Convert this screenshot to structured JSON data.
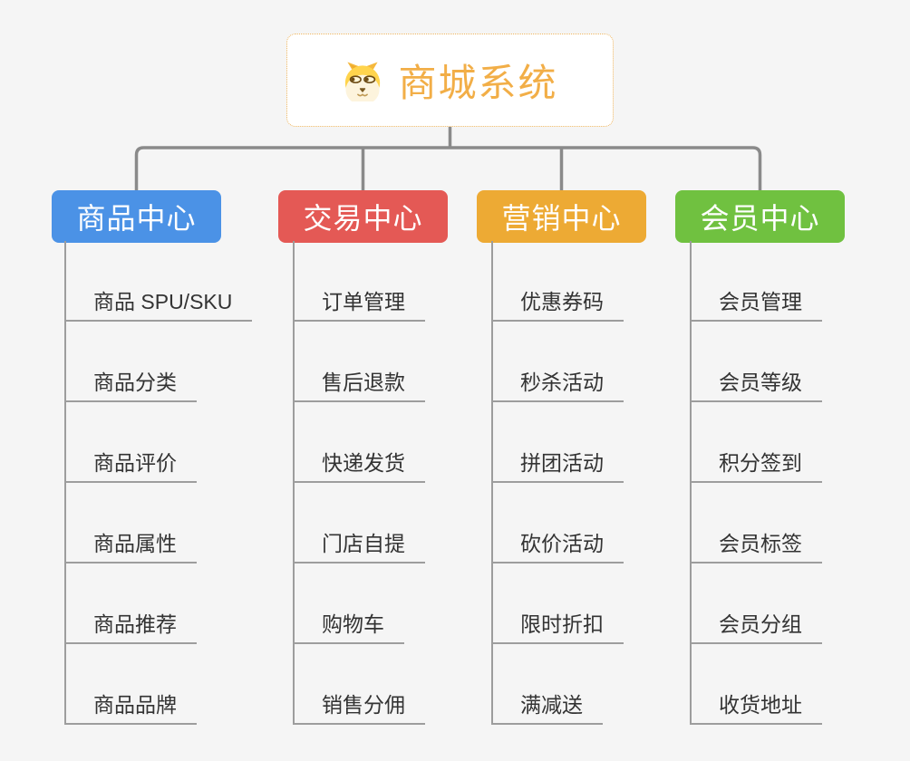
{
  "root": {
    "label": "商城系统",
    "icon": "doge-icon",
    "text_color": "#f2ae47",
    "border_color": "#edb45e"
  },
  "branches": [
    {
      "label": "商品中心",
      "color": "#4b92e6",
      "items": [
        "商品 SPU/SKU",
        "商品分类",
        "商品评价",
        "商品属性",
        "商品推荐",
        "商品品牌"
      ]
    },
    {
      "label": "交易中心",
      "color": "#e45955",
      "items": [
        "订单管理",
        "售后退款",
        "快递发货",
        "门店自提",
        "购物车",
        "销售分佣"
      ]
    },
    {
      "label": "营销中心",
      "color": "#edaa34",
      "items": [
        "优惠券码",
        "秒杀活动",
        "拼团活动",
        "砍价活动",
        "限时折扣",
        "满减送"
      ]
    },
    {
      "label": "会员中心",
      "color": "#70c140",
      "items": [
        "会员管理",
        "会员等级",
        "积分签到",
        "会员标签",
        "会员分组",
        "收货地址"
      ]
    }
  ],
  "colors": {
    "background": "#f5f5f5",
    "connector": "#8a8a8a",
    "underline": "#9d9d9d",
    "item_text": "#333333"
  }
}
